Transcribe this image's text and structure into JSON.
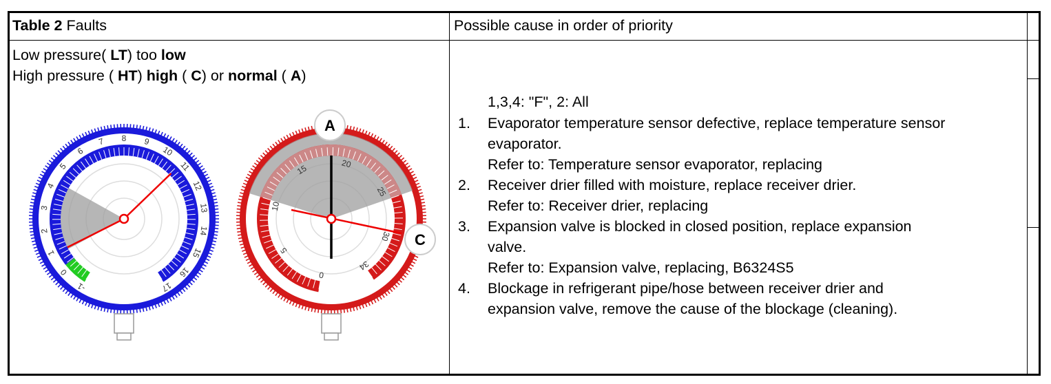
{
  "table": {
    "header_left_bold": "Table 2",
    "header_left_rest": " Faults",
    "header_right": "Possible cause in order of priority"
  },
  "fault": {
    "line1": {
      "a": "Low pressure( ",
      "b": "LT",
      "c": ") too ",
      "d": "low"
    },
    "line2": {
      "a": "High pressure ( ",
      "b": "HT",
      "c": ") ",
      "d": "high",
      "e": " ( ",
      "f": "C",
      "g": ") or ",
      "h": "normal",
      "i": " ( ",
      "j": "A",
      "k": ")"
    }
  },
  "gauges": {
    "low": {
      "ticks": [
        "-1",
        "0",
        "1",
        "2",
        "3",
        "4",
        "5",
        "6",
        "7",
        "8",
        "9",
        "10",
        "11",
        "12",
        "13",
        "14",
        "15",
        "16",
        "17"
      ],
      "color": "#1a1adb",
      "green_zone_color": "#22cc22"
    },
    "high": {
      "ticks": [
        "0",
        "5",
        "10",
        "15",
        "20",
        "25",
        "30",
        "34"
      ],
      "color": "#d41a1a",
      "marker_a": "A",
      "marker_c": "C"
    }
  },
  "causes": {
    "intro": "1,3,4: \"F\", 2: All",
    "items": [
      {
        "num": "1.",
        "text1": "Evaporator temperature sensor defective, replace temperature sensor",
        "text2": "evaporator.",
        "ref": "Refer to: Temperature sensor evaporator, replacing"
      },
      {
        "num": "2.",
        "text1": "Receiver drier filled with moisture, replace receiver drier.",
        "text2": "",
        "ref": "Refer to: Receiver drier, replacing"
      },
      {
        "num": "3.",
        "text1": "Expansion valve is blocked in closed position, replace expansion",
        "text2": "valve.",
        "ref": "Refer to: Expansion valve, replacing, B6324S5"
      },
      {
        "num": "4.",
        "text1": "Blockage in refrigerant pipe/hose between receiver drier and",
        "text2": "expansion valve, remove the cause of the blockage (cleaning).",
        "ref": ""
      }
    ]
  }
}
